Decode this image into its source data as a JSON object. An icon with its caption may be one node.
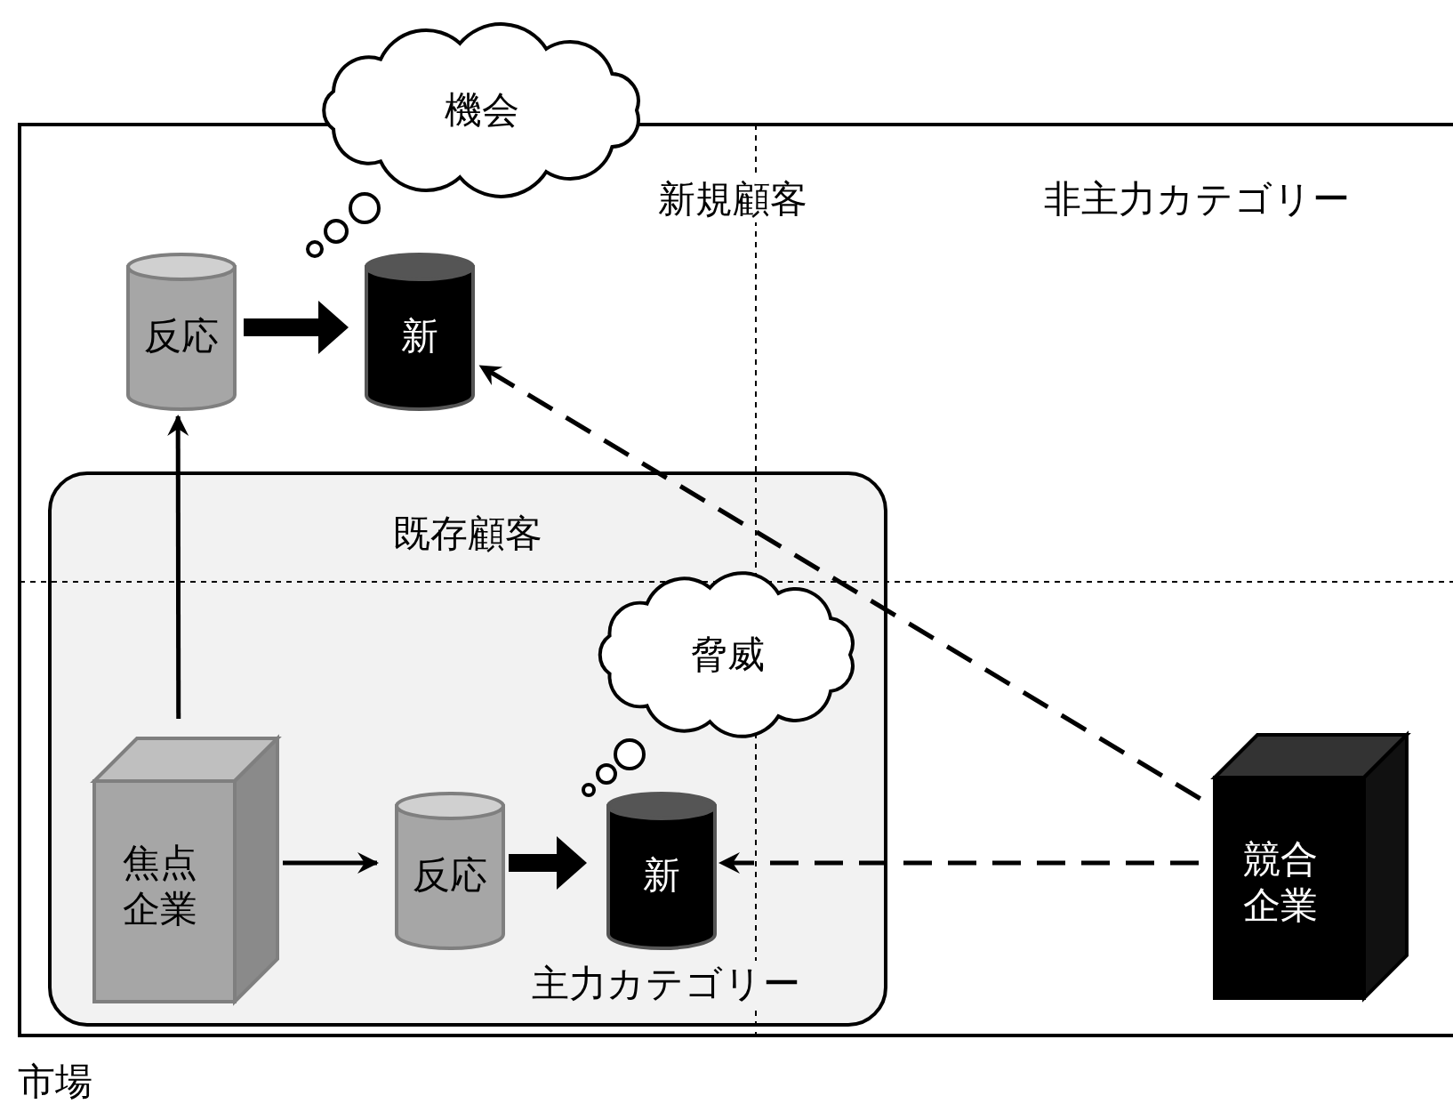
{
  "diagram": {
    "nodes": [
      {
        "text": [
          "市場"
        ]
      },
      {
        "text": [
          "既存顧客"
        ],
        "in": 0
      },
      {
        "text": [
          "機会"
        ]
      },
      {
        "text": [
          "反応"
        ],
        "in": 0
      },
      {
        "text": [
          "新"
        ],
        "in": 0
      },
      {
        "text": [
          "反応"
        ],
        "in": 1
      },
      {
        "text": [
          "新"
        ],
        "in": 1
      },
      {
        "text": [
          "焦点企業"
        ],
        "in": 1
      },
      {
        "text": [
          "競合企業"
        ],
        "in": 0
      },
      {
        "text": [
          "脅威"
        ],
        "in": 1
      }
    ],
    "edges": [
      {
        "from": 3,
        "to": 4,
        "arrow": "to",
        "style": "thick"
      },
      {
        "from": 5,
        "to": 6,
        "arrow": "to",
        "style": "thick"
      },
      {
        "from": 7,
        "to": 5,
        "arrow": "to"
      },
      {
        "from": 7,
        "to": 3,
        "arrow": "to"
      },
      {
        "from": 8,
        "to": 4,
        "arrow": "to",
        "style": "dashed"
      },
      {
        "from": 8,
        "to": 6,
        "arrow": "to",
        "style": "dashed"
      }
    ],
    "labels": [
      "新規顧客",
      "非主力カテゴリー",
      "主力カテゴリー"
    ]
  }
}
